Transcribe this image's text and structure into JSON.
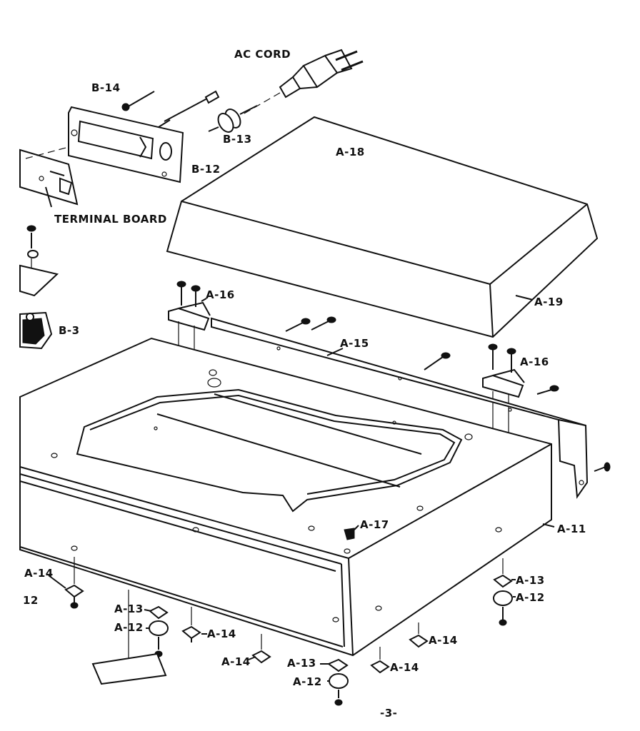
{
  "labels": {
    "ac_cord": "AC CORD",
    "b14": "B-14",
    "b13": "B-13",
    "b12": "B-12",
    "terminal_board": "TERMINAL BOARD",
    "b3": "B-3",
    "a18": "A-18",
    "a19": "A-19",
    "a16_left": "A-16",
    "a16_right": "A-16",
    "a15": "A-15",
    "a17": "A-17",
    "a11": "A-11",
    "a14_left": "A-14",
    "a12_left_cut": "12",
    "a13_mid": "A-13",
    "a12_mid": "A-12",
    "a14_mid": "A-14",
    "a14_bottom": "A-14",
    "a13_bottom": "A-13",
    "a12_bottom": "A-12",
    "a14_br1": "A-14",
    "a14_br2": "A-14",
    "a13_right": "A-13",
    "a12_right": "A-12"
  },
  "page_number": "-3-",
  "colors": {
    "ink": "#111111",
    "paper": "#ffffff"
  }
}
